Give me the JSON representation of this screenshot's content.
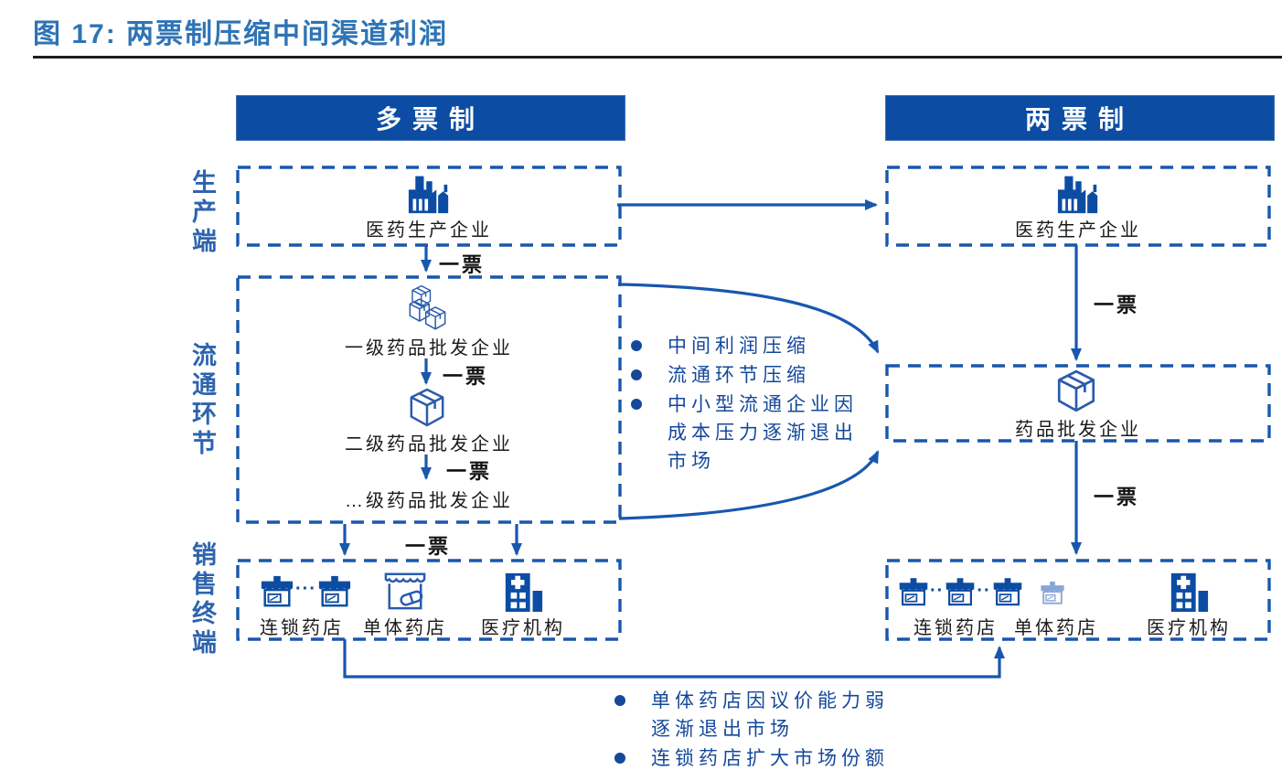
{
  "title": "图 17: 两票制压缩中间渠道利润",
  "headers": {
    "left": "多票制",
    "right": "两票制"
  },
  "side_labels": {
    "production": "生产端",
    "circulation": "流通环节",
    "terminal": "销售终端"
  },
  "labels": {
    "ticket": "一票"
  },
  "left_column": {
    "producer": "医药生产企业",
    "wholesaler_tier1": "一级药品批发企业",
    "wholesaler_tier2": "二级药品批发企业",
    "wholesaler_tierN": "…级药品批发企业",
    "terminals": {
      "chain": "连锁药店",
      "single": "单体药店",
      "medical": "医疗机构"
    }
  },
  "right_column": {
    "producer": "医药生产企业",
    "wholesaler": "药品批发企业",
    "terminals": {
      "chain": "连锁药店",
      "single": "单体药店",
      "medical": "医疗机构"
    }
  },
  "middle_bullets": [
    "中间利润压缩",
    "流通环节压缩",
    "中小型流通企业因成本压力逐渐退出市场"
  ],
  "bottom_bullets": [
    "单体药店因议价能力弱逐渐退出市场",
    "连锁药店扩大市场份额"
  ],
  "colors": {
    "primary_blue": "#0C4DA3",
    "arrow_blue": "#1857AE",
    "title_blue": "#2E74B5",
    "bullet_blue": "#14489B",
    "text_black": "#1A1A1A",
    "faded_blue": "#8AA6D6"
  }
}
